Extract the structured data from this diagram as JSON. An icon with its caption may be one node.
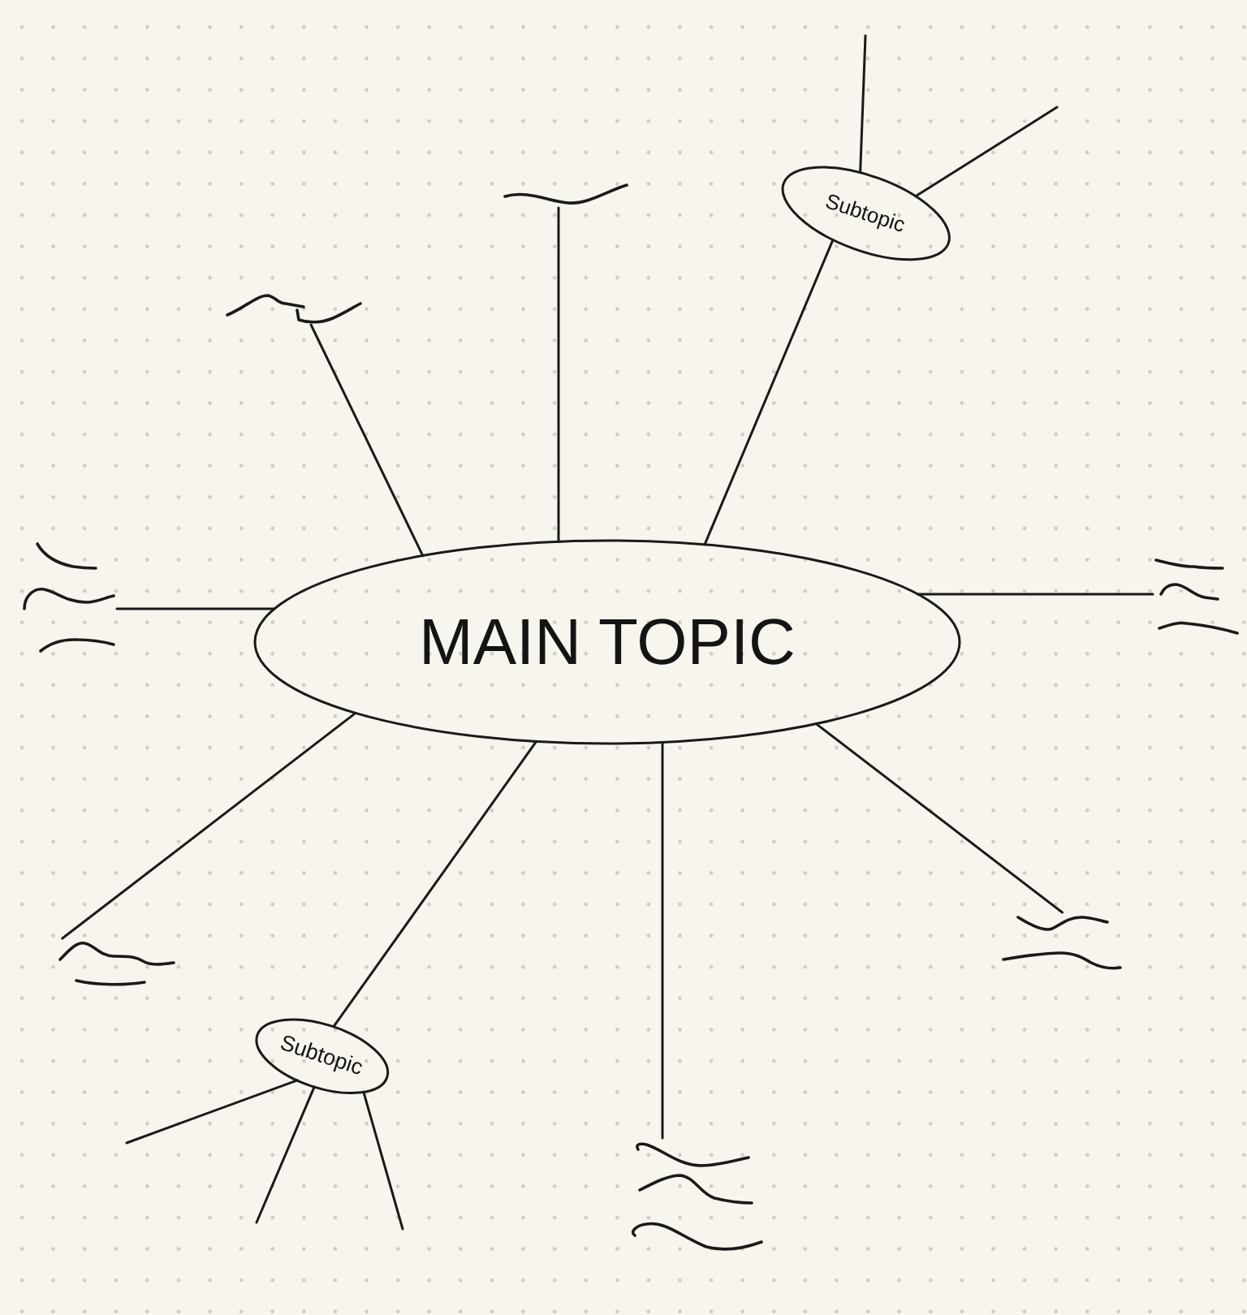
{
  "diagram": {
    "nodes": [
      {
        "text": [
          "MAIN TOPIC"
        ]
      },
      {
        "text": [
          "Subtopic"
        ]
      },
      {
        "text": [
          "Subtopic"
        ]
      },
      {
        "text": [],
        "shape": "picture"
      },
      {
        "text": [],
        "shape": "picture"
      },
      {
        "text": [],
        "shape": "picture"
      },
      {
        "text": [],
        "shape": "picture"
      },
      {
        "text": [],
        "shape": "picture"
      },
      {
        "text": [],
        "shape": "picture"
      },
      {
        "text": [],
        "shape": "picture"
      }
    ],
    "edges": [
      {
        "from": 0,
        "to": 1,
        "arrow": "none"
      },
      {
        "from": 0,
        "to": 2,
        "arrow": "none"
      },
      {
        "from": 0,
        "to": 3,
        "arrow": "none"
      },
      {
        "from": 0,
        "to": 4,
        "arrow": "none"
      },
      {
        "from": 0,
        "to": 5,
        "arrow": "none"
      },
      {
        "from": 0,
        "to": 6,
        "arrow": "none"
      },
      {
        "from": 0,
        "to": 7,
        "arrow": "none"
      },
      {
        "from": 0,
        "to": 8,
        "arrow": "none"
      },
      {
        "from": 0,
        "to": 9,
        "arrow": "none"
      },
      {
        "from": 1,
        "to": null,
        "arrow": "none"
      },
      {
        "from": 1,
        "to": null,
        "arrow": "none"
      },
      {
        "from": 2,
        "to": null,
        "arrow": "none"
      },
      {
        "from": 2,
        "to": null,
        "arrow": "none"
      },
      {
        "from": 2,
        "to": null,
        "arrow": "none"
      }
    ]
  }
}
